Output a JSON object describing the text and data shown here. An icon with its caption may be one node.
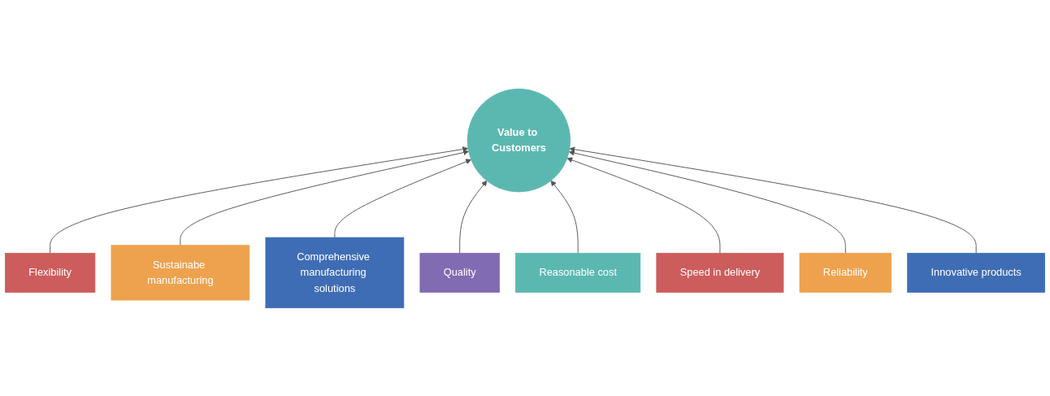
{
  "diagram": {
    "nodes": [
      {
        "text": [
          "Value to Customers"
        ]
      },
      {
        "text": [
          "Flexibility"
        ]
      },
      {
        "text": [
          "Sustainabe manufacturing"
        ]
      },
      {
        "text": [
          "Comprehensive manufacturing solutions"
        ]
      },
      {
        "text": [
          "Quality"
        ]
      },
      {
        "text": [
          "Reasonable cost"
        ]
      },
      {
        "text": [
          "Speed in delivery"
        ]
      },
      {
        "text": [
          "Reliability"
        ]
      },
      {
        "text": [
          "Innovative products"
        ]
      }
    ],
    "edges": [
      {
        "from": 1,
        "to": 0,
        "arrow": "to"
      },
      {
        "from": 2,
        "to": 0,
        "arrow": "to"
      },
      {
        "from": 3,
        "to": 0,
        "arrow": "to"
      },
      {
        "from": 4,
        "to": 0,
        "arrow": "to"
      },
      {
        "from": 5,
        "to": 0,
        "arrow": "to"
      },
      {
        "from": 6,
        "to": 0,
        "arrow": "to"
      },
      {
        "from": 7,
        "to": 0,
        "arrow": "to"
      },
      {
        "from": 8,
        "to": 0,
        "arrow": "to"
      }
    ]
  }
}
